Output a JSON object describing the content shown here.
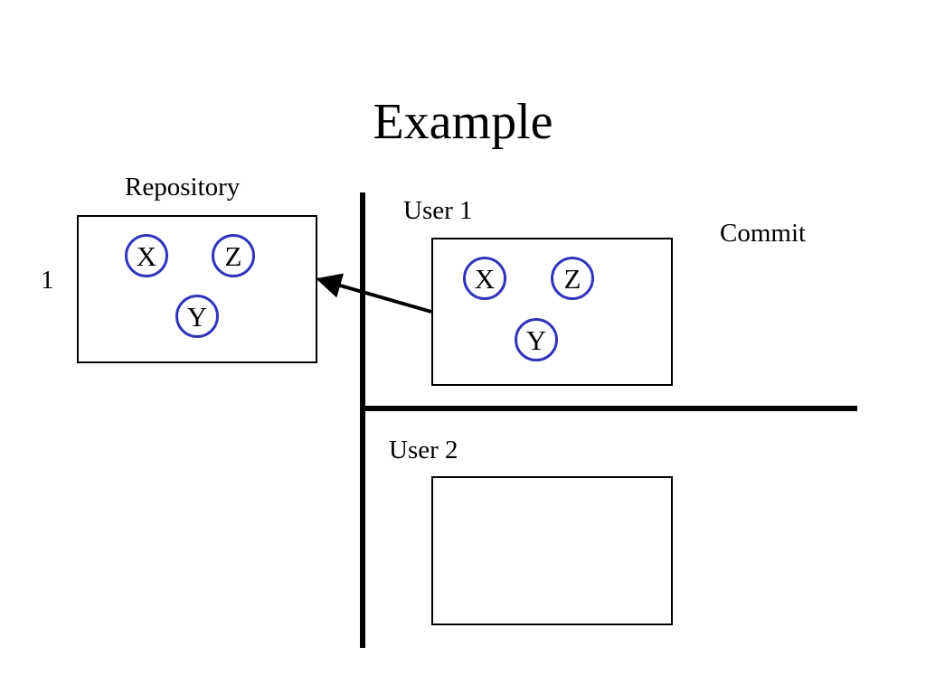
{
  "title": "Example",
  "repository": {
    "label": "Repository",
    "step": "1",
    "nodes": {
      "x": "X",
      "z": "Z",
      "y": "Y"
    }
  },
  "user1": {
    "label": "User 1",
    "action": "Commit",
    "nodes": {
      "x": "X",
      "z": "Z",
      "y": "Y"
    }
  },
  "user2": {
    "label": "User 2"
  },
  "colors": {
    "node_border": "#3333bb",
    "line": "#000000"
  }
}
